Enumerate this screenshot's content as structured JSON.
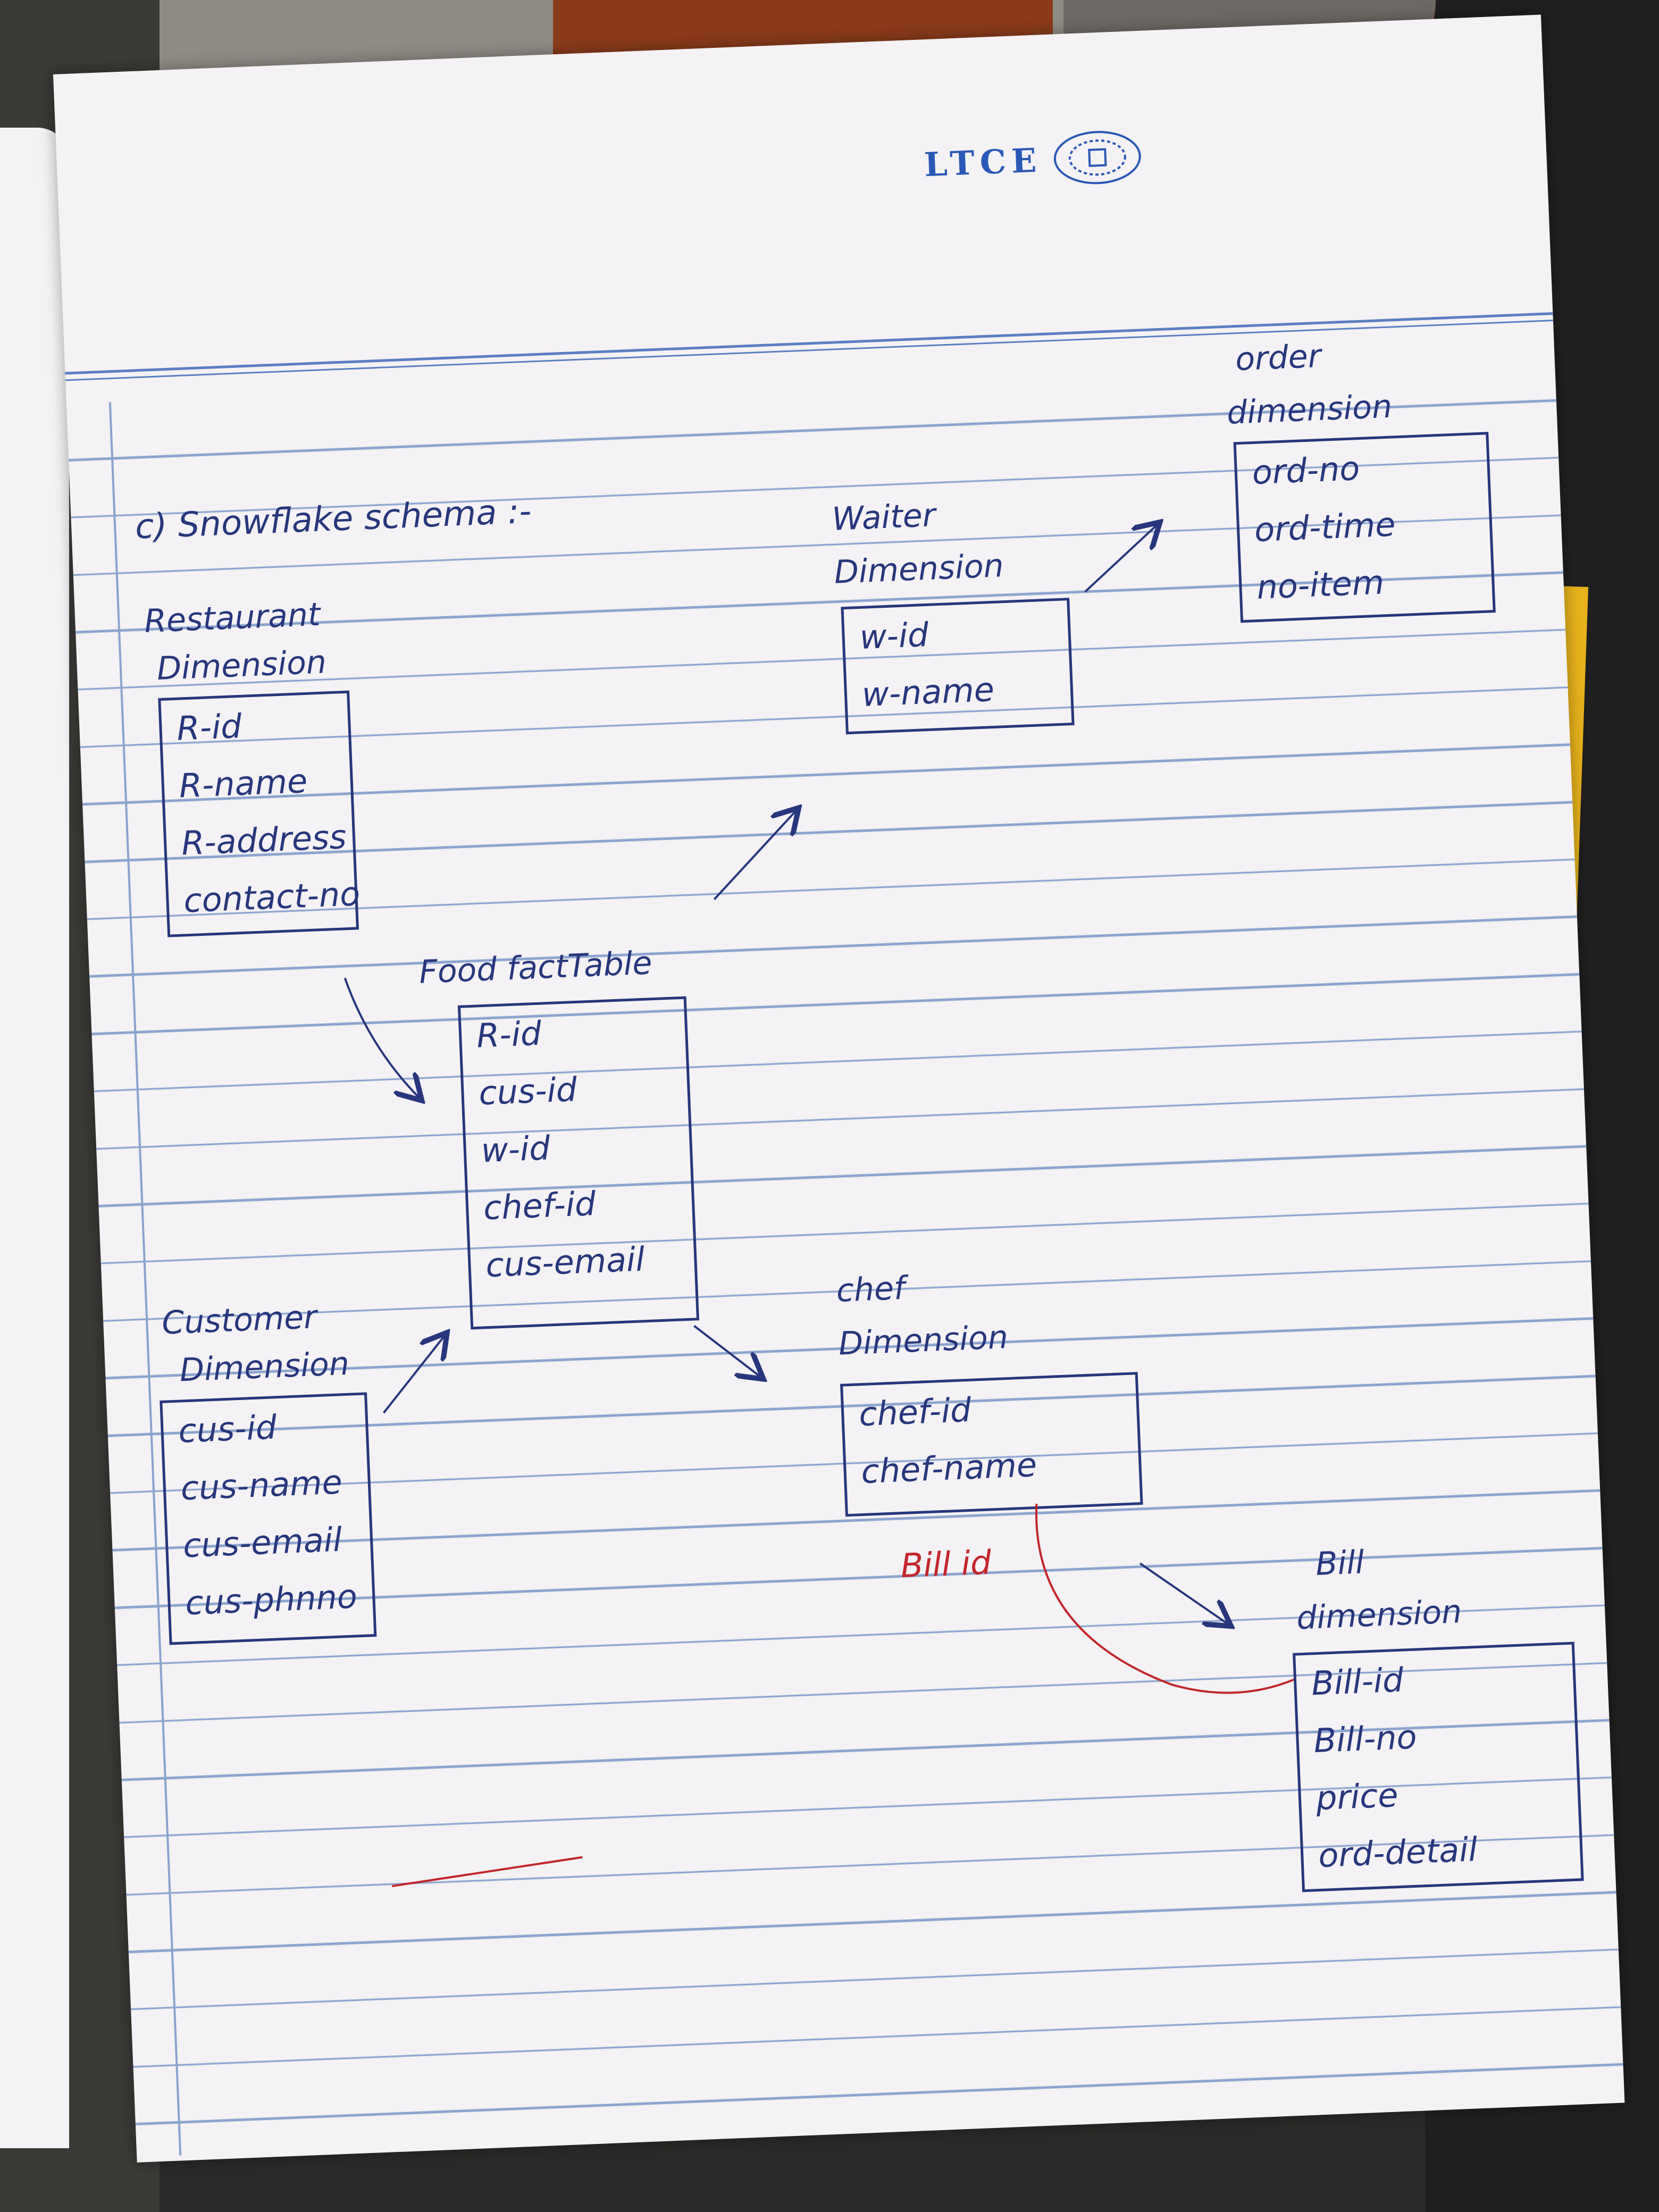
{
  "header": {
    "logo_text": "LTCE"
  },
  "heading": "c) Snowflake schema :-",
  "tables": {
    "restaurant": {
      "title_line1": "Restaurant",
      "title_line2": "Dimension",
      "fields": [
        "R-id",
        "R-name",
        "R-address",
        "contact-no"
      ]
    },
    "waiter": {
      "title_line1": "Waiter",
      "title_line2": "Dimension",
      "fields": [
        "w-id",
        "w-name"
      ]
    },
    "order": {
      "title_line1": "order",
      "title_line2": "dimension",
      "fields": [
        "ord-no",
        "ord-time",
        "no-item"
      ]
    },
    "fact": {
      "title_line1": "Food factTable",
      "fields": [
        "R-id",
        "cus-id",
        "w-id",
        "chef-id",
        "cus-email"
      ]
    },
    "customer": {
      "title_line1": "Customer",
      "title_line2": "Dimension",
      "fields": [
        "cus-id",
        "cus-name",
        "cus-email",
        "cus-phnno"
      ]
    },
    "chef": {
      "title_line1": "chef",
      "title_line2": "Dimension",
      "fields": [
        "chef-id",
        "chef-name"
      ]
    },
    "bill": {
      "title_line1": "Bill",
      "title_line2": "dimension",
      "fields": [
        "Bill-id",
        "Bill-no",
        "price",
        "ord-detail"
      ]
    }
  },
  "annotation_red": "Bill id",
  "colors": {
    "ink_blue": "#27367d",
    "ink_red": "#c2262b",
    "rule_blue": "#8aa3cf",
    "paper": "#f4f2f4"
  }
}
